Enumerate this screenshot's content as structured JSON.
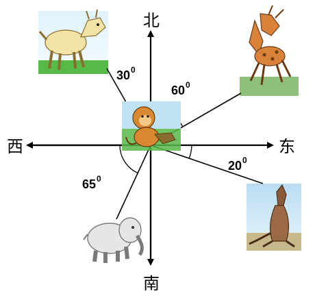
{
  "directions": {
    "north": "北",
    "south": "南",
    "east": "东",
    "west": "西"
  },
  "angles": [
    {
      "value": "30",
      "unit": "0"
    },
    {
      "value": "60",
      "unit": "0"
    },
    {
      "value": "20",
      "unit": "0"
    },
    {
      "value": "65",
      "unit": "0"
    }
  ],
  "animals": [
    "monkey",
    "goat",
    "deer",
    "kangaroo",
    "elephant"
  ]
}
